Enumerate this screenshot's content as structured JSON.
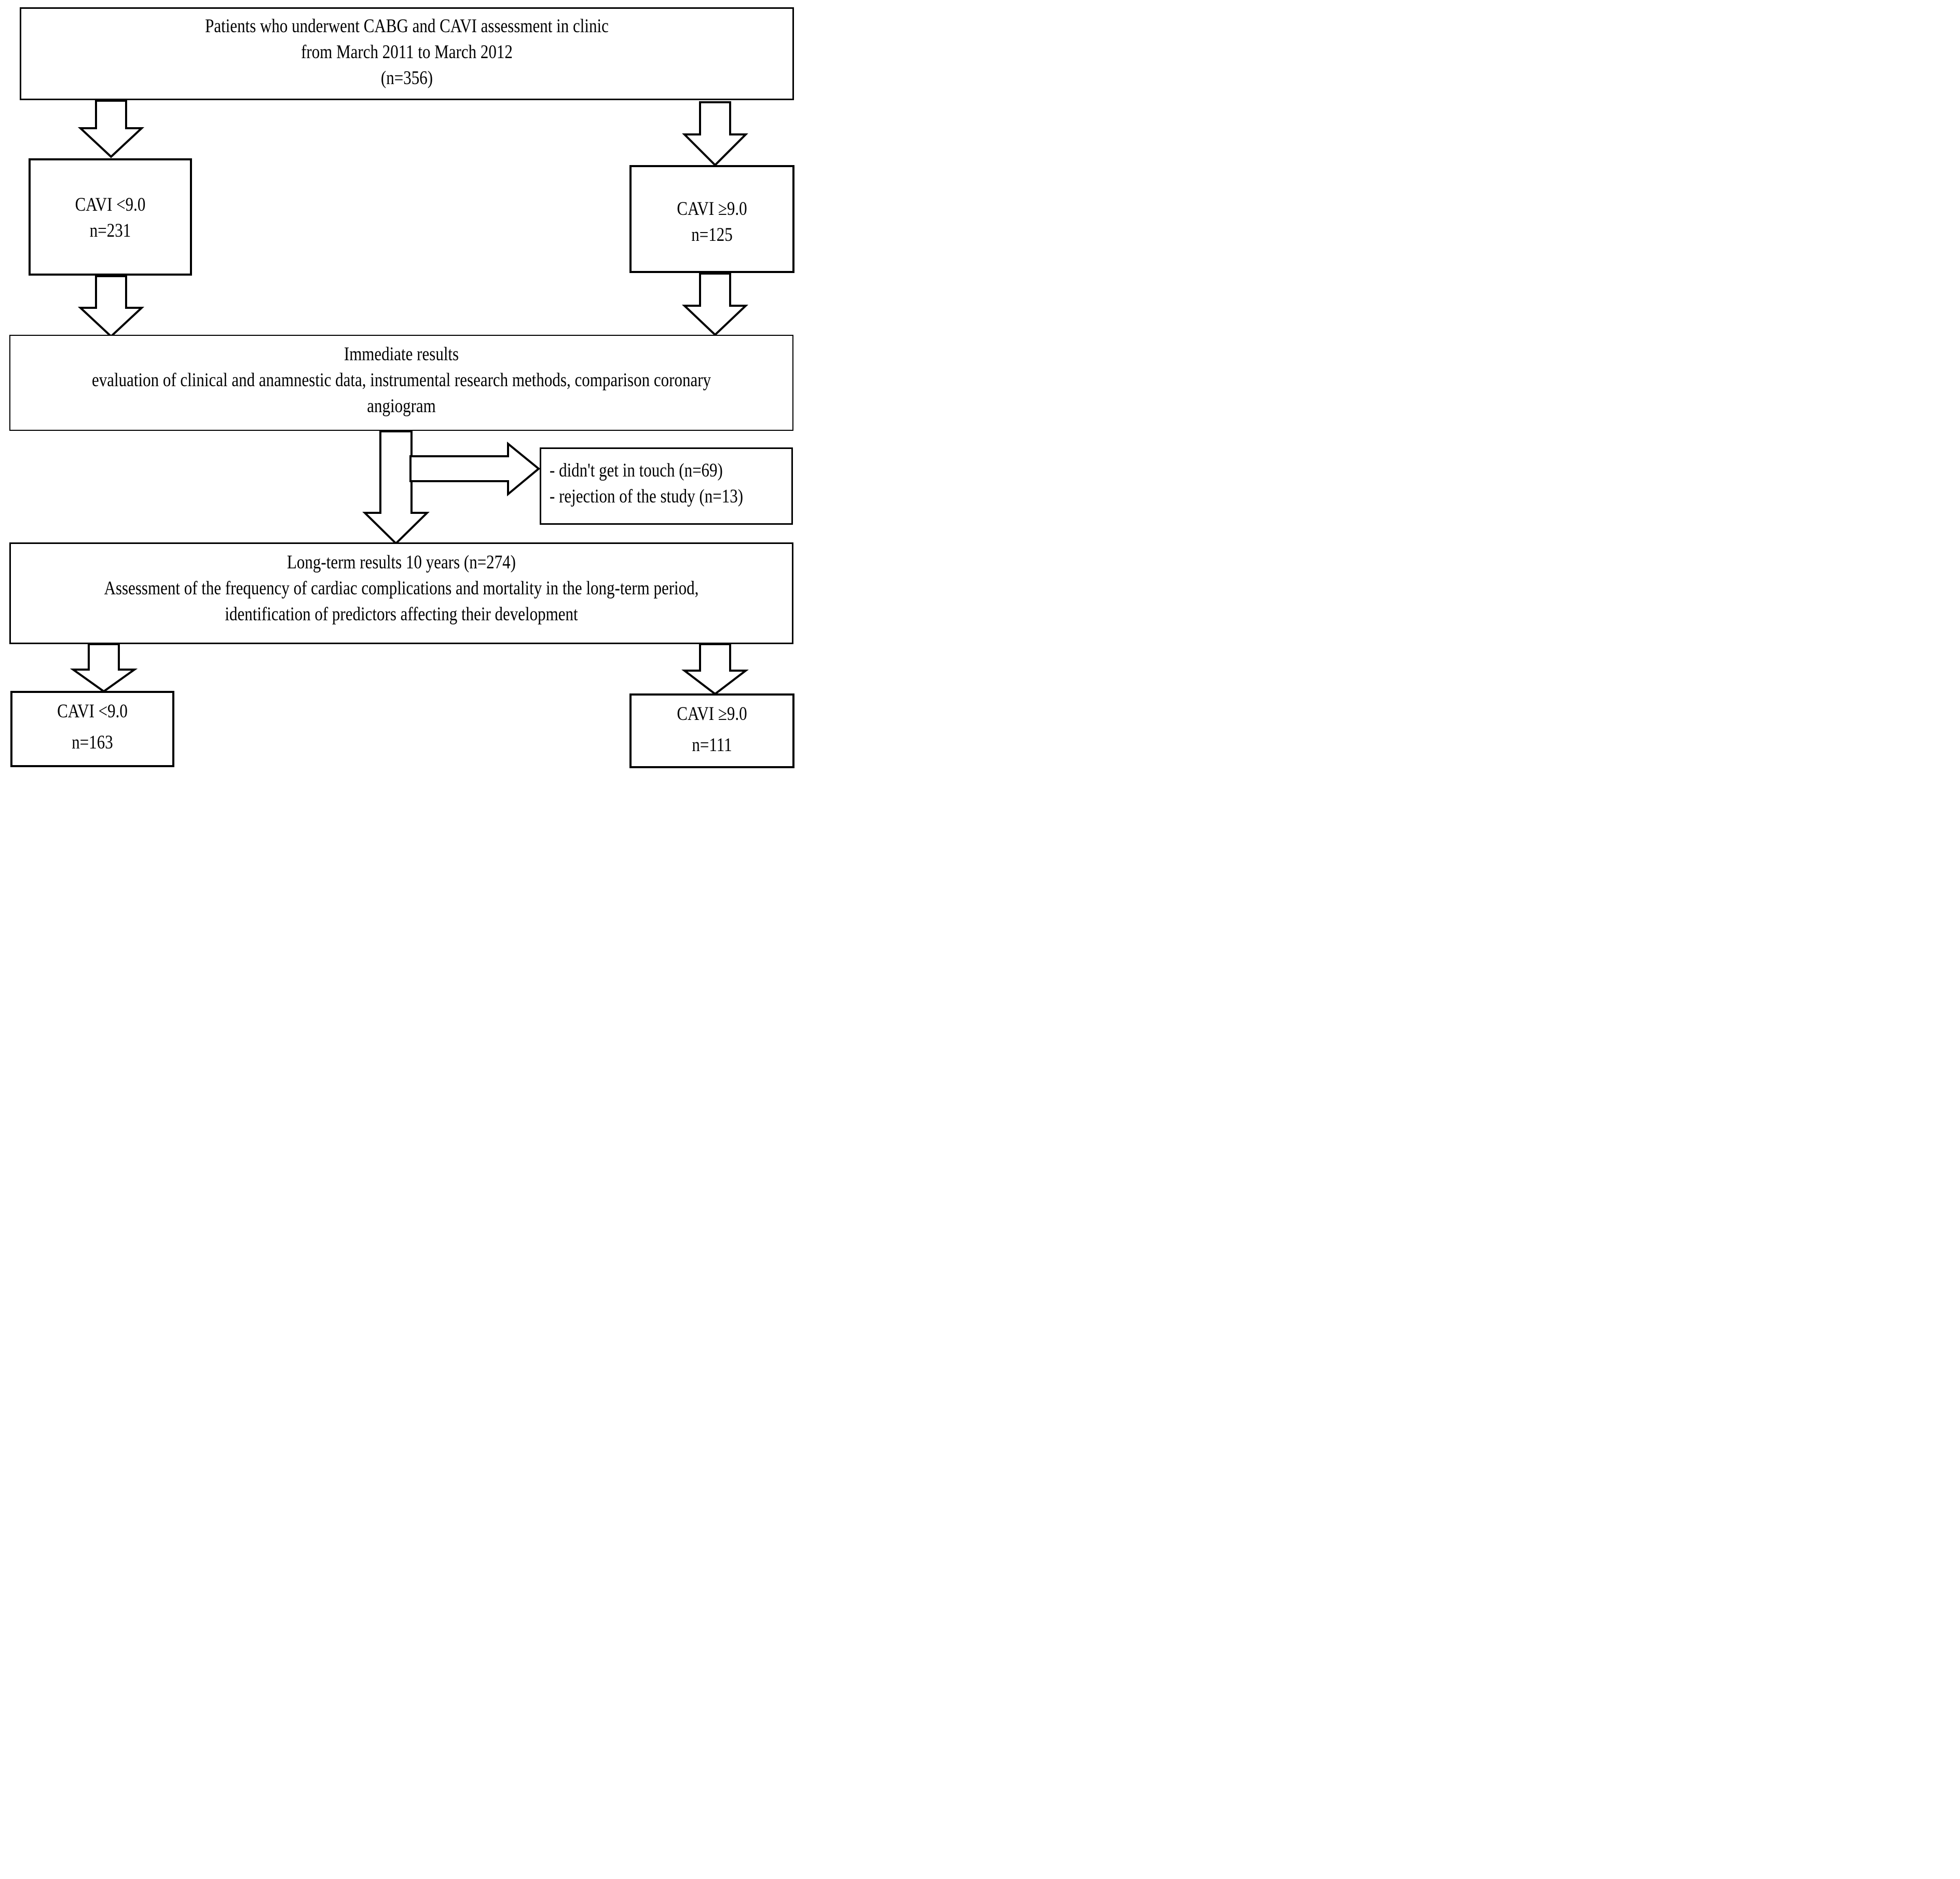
{
  "figure": {
    "kind": "study-flowchart",
    "colors": {
      "background": "#ffffff",
      "line": "#000000",
      "text": "#000000"
    }
  },
  "boxes": {
    "top": {
      "lines": [
        "Patients who underwent CABG and CAVI assessment in clinic",
        "from March 2011 to March 2012",
        "(n=356)"
      ]
    },
    "cavi_low_initial": {
      "lines": [
        "CAVI <9.0",
        "n=231"
      ]
    },
    "cavi_high_initial": {
      "lines": [
        "CAVI ≥9.0",
        "n=125"
      ]
    },
    "immediate": {
      "lines": [
        "Immediate results",
        "evaluation of clinical and anamnestic data, instrumental research methods, comparison coronary",
        "angiogram"
      ]
    },
    "exclusions": {
      "lines": [
        "- didn't get in touch (n=69)",
        "- rejection of the study (n=13)"
      ]
    },
    "long_term": {
      "lines": [
        "Long-term results 10 years (n=274)",
        "Assessment of the frequency of cardiac complications and mortality in the long-term period,",
        "identification of predictors affecting their development"
      ]
    },
    "cavi_low_final": {
      "lines": [
        "CAVI <9.0",
        "n=163"
      ]
    },
    "cavi_high_final": {
      "lines": [
        "CAVI ≥9.0",
        "n=111"
      ]
    }
  },
  "edges": [
    {
      "from": "top",
      "to": "cavi_low_initial"
    },
    {
      "from": "top",
      "to": "cavi_high_initial"
    },
    {
      "from": "cavi_low_initial",
      "to": "immediate"
    },
    {
      "from": "cavi_high_initial",
      "to": "immediate"
    },
    {
      "from": "immediate",
      "to": "long_term"
    },
    {
      "from": "immediate",
      "to": "exclusions"
    },
    {
      "from": "long_term",
      "to": "cavi_low_final"
    },
    {
      "from": "long_term",
      "to": "cavi_high_final"
    }
  ]
}
